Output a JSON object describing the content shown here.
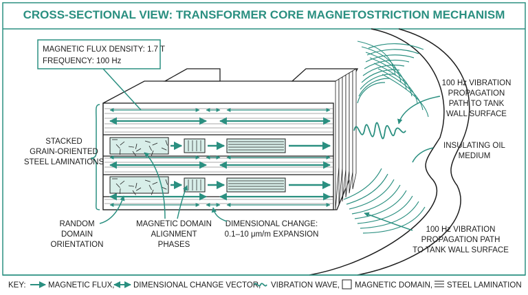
{
  "title": "CROSS-SECTIONAL VIEW: TRANSFORMER CORE MAGNETOSTRICTION MECHANISM",
  "callout_box": {
    "line1": "MAGNETIC FLUX DENSITY: 1.7 T",
    "line2": "FREQUENCY: 100 Hz"
  },
  "labels": {
    "laminations": [
      "STACKED",
      "GRAIN-ORIENTED",
      "STEEL LAMINATIONS"
    ],
    "random_domain": [
      "RANDOM",
      "DOMAIN",
      "ORIENTATION"
    ],
    "domain_alignment": [
      "MAGNETIC DOMAIN",
      "ALIGNMENT",
      "PHASES"
    ],
    "dimensional_change": [
      "DIMENSIONAL CHANGE:",
      "0.1–10 μm/m EXPANSION"
    ],
    "vibration_top": [
      "100 Hz VIBRATION",
      "PROPAGATION",
      "PATH TO TANK",
      "WALL SURFACE"
    ],
    "insulating_oil": [
      "INSULATING OIL",
      "MEDIUM"
    ],
    "vibration_bottom": [
      "100 Hz VIBRATION",
      "PROPAGATION PATH",
      "TO TANK WALL SURFACE"
    ]
  },
  "key": {
    "prefix": "KEY:",
    "flux": "MAGNETIC FLUX,",
    "dimensional": "DIMENSIONAL CHANGE VECTOR,",
    "vibration": "VIBRATION WAVE,",
    "domain": "MAGNETIC DOMAIN,",
    "lamination": "STEEL LAMINATION"
  },
  "colors": {
    "accent": "#2a8f80",
    "accent_fill": "#d8eee9",
    "ink": "#1d1d1d"
  }
}
